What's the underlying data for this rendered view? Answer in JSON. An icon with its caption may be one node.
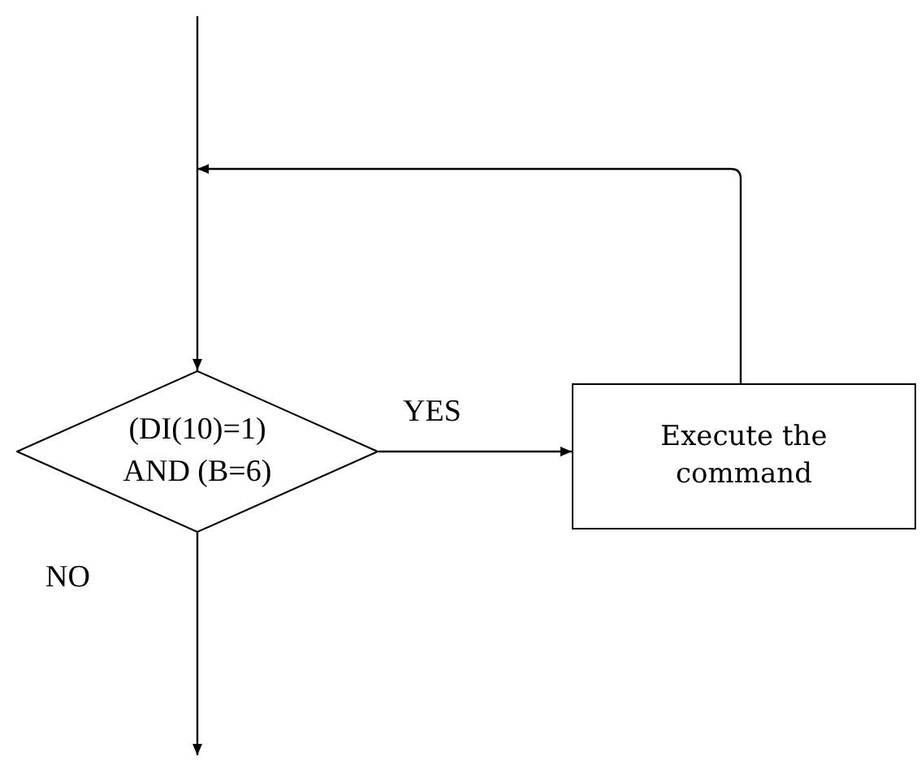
{
  "diagram": {
    "nodes": [
      {
        "text": [
          "(DI(10)=1) AND (B=6)"
        ]
      },
      {
        "text": [
          "Execute the command"
        ]
      }
    ],
    "edges": [
      {
        "from": null,
        "to": 0,
        "arrow": "to"
      },
      {
        "from": 0,
        "to": 1,
        "arrow": "to",
        "label": "YES"
      },
      {
        "from": 1,
        "to": 0,
        "arrow": "to"
      },
      {
        "from": 0,
        "to": null,
        "arrow": "to",
        "label": "NO"
      }
    ]
  }
}
